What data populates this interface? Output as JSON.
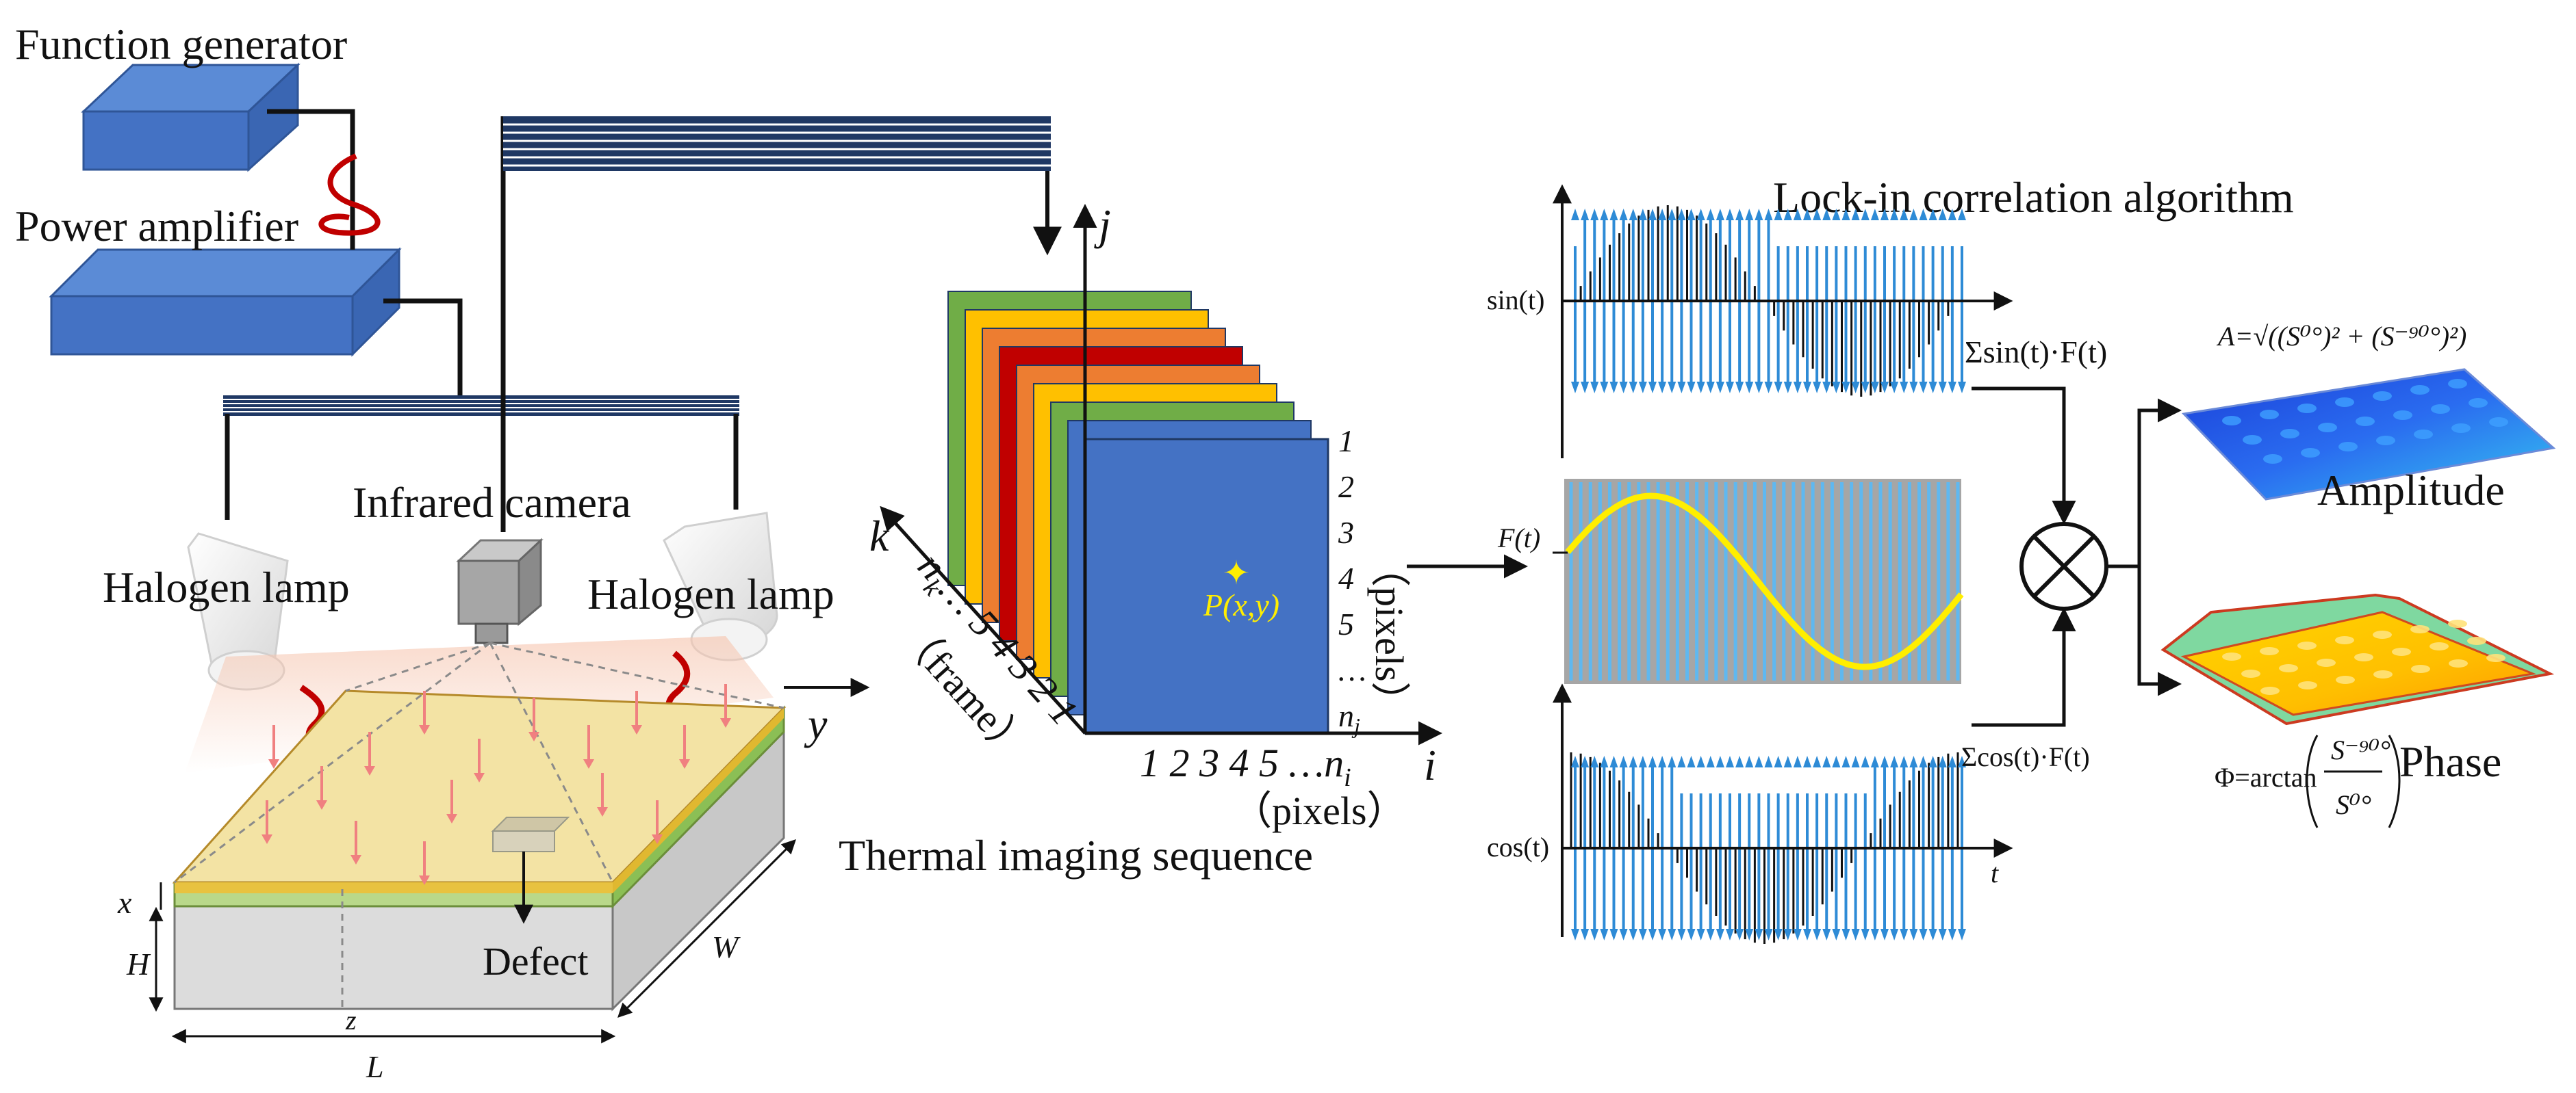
{
  "labels": {
    "function_generator": "Function generator",
    "power_amplifier": "Power amplifier",
    "infrared_camera": "Infrared camera",
    "halogen_lamp_left": "Halogen lamp",
    "halogen_lamp_right": "Halogen lamp",
    "defect": "Defect",
    "axis_y": "y",
    "axis_x": "x",
    "axis_z": "z",
    "dim_H": "H",
    "dim_W": "W",
    "dim_L": "L"
  },
  "sequence": {
    "caption": "Thermal imaging sequence",
    "axis_j": "j",
    "axis_i": "i",
    "axis_k": "k",
    "point_label": "P(x,y)",
    "i_ticks": "1 2 3 4 5 …n",
    "i_sub": "i",
    "i_unit": "（pixels）",
    "j_ticks": [
      "1",
      "2",
      "3",
      "4",
      "5",
      "…",
      "n"
    ],
    "j_sub": "j",
    "j_unit": "（pixels）",
    "k_ticks": "n",
    "k_sub": "k",
    "k_rest": "… 5 4 3 2 1",
    "k_unit": "（frame）",
    "frame_colors": [
      "#4472c4",
      "#70ad47",
      "#ffc000",
      "#ed7d31",
      "#c00000",
      "#ed7d31",
      "#ffc000",
      "#70ad47"
    ]
  },
  "lockin": {
    "title": "Lock-in correlation algorithm",
    "sin_label": "sin(t)",
    "cos_label": "cos(t)",
    "f_label": "F(t)",
    "t_label": "t",
    "sum_sin": "Σsin(t)·F(t)",
    "sum_cos": "Σcos(t)·F(t)",
    "amplitude_formula": "A=√((S⁰°)² + (S⁻⁹⁰°)²)",
    "amplitude_label": "Amplitude",
    "phase_formula_prefix": "Φ=arctan",
    "phase_num": "S⁻⁹⁰°",
    "phase_den": "S⁰°",
    "phase_label": "Phase"
  },
  "colors": {
    "device_blue": "#4472c4",
    "signal_blue": "#2e8bd6",
    "curve_yellow": "#ffee00",
    "cable_red": "#c00000",
    "specimen_yellow": "#f3e3a4",
    "specimen_green": "#92d050"
  }
}
